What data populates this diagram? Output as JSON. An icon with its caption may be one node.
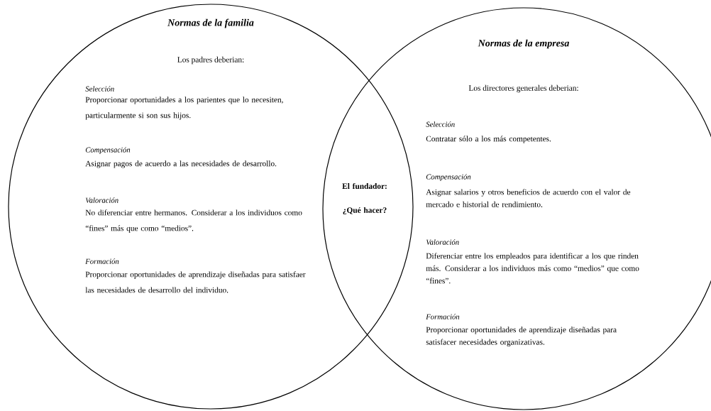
{
  "diagram": {
    "nodes": [
      {
        "text": [
          "Normas de la familia",
          "Los padres deberian:",
          "Selección",
          "Proporcionar oportunidades a los parientes que lo necesiten, particularmente si son sus hijos.",
          "Compensación",
          "Asignar pagos de acuerdo a las necesidades de desarrollo.",
          "Valoración",
          "No diferenciar entre hermanos. Considerar a los individuos como “fines” más que como “medios”.",
          "Formación",
          "Proporcionar oportunidades de aprendizaje diseñadas para satisfaer las necesidades de desarrollo del individuo."
        ]
      },
      {
        "text": [
          "Normas de la empresa",
          "Los directores generales deberian:",
          "Selección",
          "Contratar sólo a los más competentes.",
          "Compensación",
          "Asignar salarios y otros beneficios de acuerdo con el valor de mercado e historial de rendimiento.",
          "Valoración",
          "Diferenciar entre los empleados para identificar a los que rinden más. Considerar a los individuos más como “medios” que como “fines”.",
          "Formación",
          "Proporcionar oportunidades de aprendizaje diseñadas para satisfacer necesidades organizativas."
        ]
      }
    ],
    "labels": [
      "El fundador:",
      "¿Qué hacer?"
    ]
  }
}
